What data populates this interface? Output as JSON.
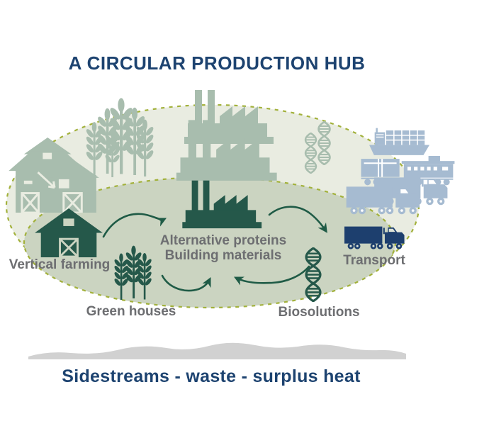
{
  "header": {
    "title": "A CIRCULAR PRODUCTION HUB"
  },
  "diagram": {
    "labels": {
      "vertical_farming": "Vertical farming",
      "alternative_proteins": "Alternative proteins",
      "building_materials": "Building materials",
      "transport": "Transport",
      "green_houses": "Green houses",
      "biosolutions": "Biosolutions"
    },
    "icons": {
      "background_sage": [
        "barn-icon",
        "wheat-icon",
        "factory-icon",
        "dna-icon"
      ],
      "background_bluegray": [
        "cargo-ship-icon",
        "train-icon",
        "semi-truck-icon"
      ],
      "foreground_green": [
        "barn-icon",
        "wheat-icon",
        "factory-icon",
        "dna-icon",
        "curved-arrow-icon"
      ],
      "foreground_navy": [
        "semi-truck-icon"
      ]
    },
    "colors": {
      "navy_text": "#1d4370",
      "navy_truck": "#1d3f6e",
      "dark_green": "#25584a",
      "arrow_green": "#1f5b46",
      "sage": "#a8bdae",
      "blue_gray": "#a6bbd1",
      "olive_dash": "#a2b13b",
      "outer_ellipse_fill": "#e9ece1",
      "inner_ellipse_fill": "#cbd4c1",
      "label_gray": "#6d6e71",
      "wave_gray": "#d1d1d1"
    }
  },
  "footer": {
    "text": "Sidestreams - waste - surplus heat"
  }
}
